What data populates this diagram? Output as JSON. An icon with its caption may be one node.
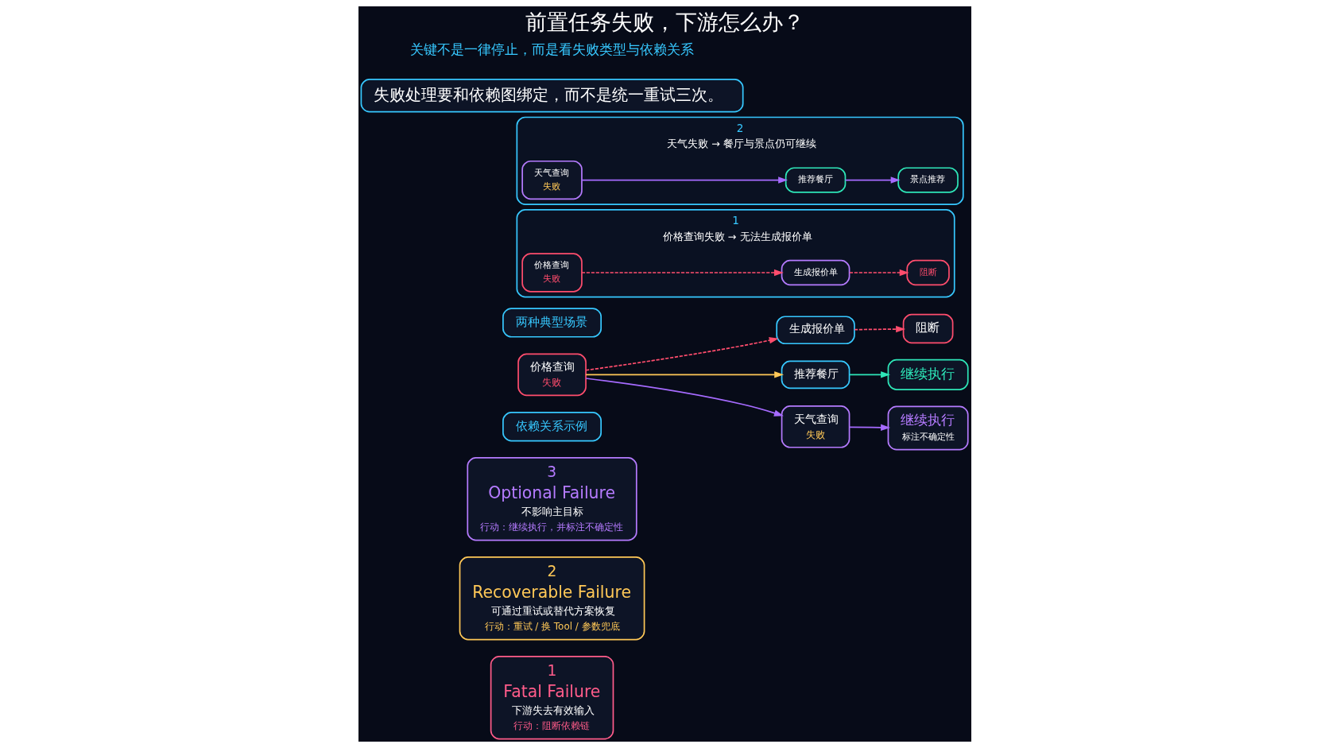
{
  "diagram": {
    "title": "前置任务失败，下游怎么办？",
    "nodes": [
      {
        "text": [
          "1",
          "Fatal Failure",
          "下游失去有效输入",
          "行动：阻断依赖链"
        ]
      },
      {
        "text": [
          "2",
          "Recoverable Failure",
          "可通过重试或替代方案恢复",
          "行动：重试 / 换 Tool / 参数兜底"
        ]
      },
      {
        "text": [
          "3",
          "Optional Failure",
          "不影响主目标",
          "行动：继续执行，并标注不确定性"
        ]
      },
      {
        "text": [
          "依赖关系示例"
        ]
      },
      {
        "text": [
          "价格查询",
          "失败"
        ]
      },
      {
        "text": [
          "生成报价单"
        ]
      },
      {
        "text": [
          "推荐餐厅"
        ]
      },
      {
        "text": [
          "天气查询",
          "失败"
        ]
      },
      {
        "text": [
          "阻断"
        ]
      },
      {
        "text": [
          "继续执行"
        ]
      },
      {
        "text": [
          "继续执行",
          "标注不确定性"
        ]
      },
      {
        "text": [
          "两种典型场景"
        ]
      },
      {
        "text": [
          "1",
          "价格查询失败 → 无法生成报价单"
        ]
      },
      {
        "text": [
          "价格查询",
          "失败"
        ],
        "in": 12
      },
      {
        "text": [
          "生成报价单"
        ],
        "in": 12
      },
      {
        "text": [
          "阻断"
        ],
        "in": 12
      },
      {
        "text": [
          "2",
          "天气失败 → 餐厅与景点仍可继续"
        ]
      },
      {
        "text": [
          "天气查询",
          "失败"
        ],
        "in": 16
      },
      {
        "text": [
          "推荐餐厅"
        ],
        "in": 16
      },
      {
        "text": [
          "景点推荐"
        ],
        "in": 16
      },
      {
        "text": [
          "失败处理要和依赖图绑定，而不是统一重试三次。"
        ]
      }
    ],
    "edges": [
      {
        "from": 4,
        "to": 5,
        "arrow": "to",
        "style": "dashed",
        "color": "#ff4d6d"
      },
      {
        "from": 5,
        "to": 8,
        "arrow": "to",
        "style": "dashed",
        "color": "#ff4d6d"
      },
      {
        "from": 4,
        "to": 6,
        "arrow": "to",
        "color": "#ffc857"
      },
      {
        "from": 6,
        "to": 9,
        "arrow": "to",
        "color": "#2ee6b8"
      },
      {
        "from": 4,
        "to": 7,
        "arrow": "to",
        "color": "#a66bff"
      },
      {
        "from": 7,
        "to": 10,
        "arrow": "to",
        "color": "#a66bff"
      },
      {
        "from": 13,
        "to": 14,
        "arrow": "to",
        "style": "dashed",
        "color": "#ff4d6d"
      },
      {
        "from": 14,
        "to": 15,
        "arrow": "to",
        "style": "dashed",
        "color": "#ff4d6d"
      },
      {
        "from": 17,
        "to": 18,
        "arrow": "to",
        "color": "#a66bff"
      },
      {
        "from": 18,
        "to": 19,
        "arrow": "to",
        "color": "#a66bff"
      }
    ],
    "labels": [
      "关键不是一律停止，而是看失败类型与依赖关系"
    ]
  }
}
